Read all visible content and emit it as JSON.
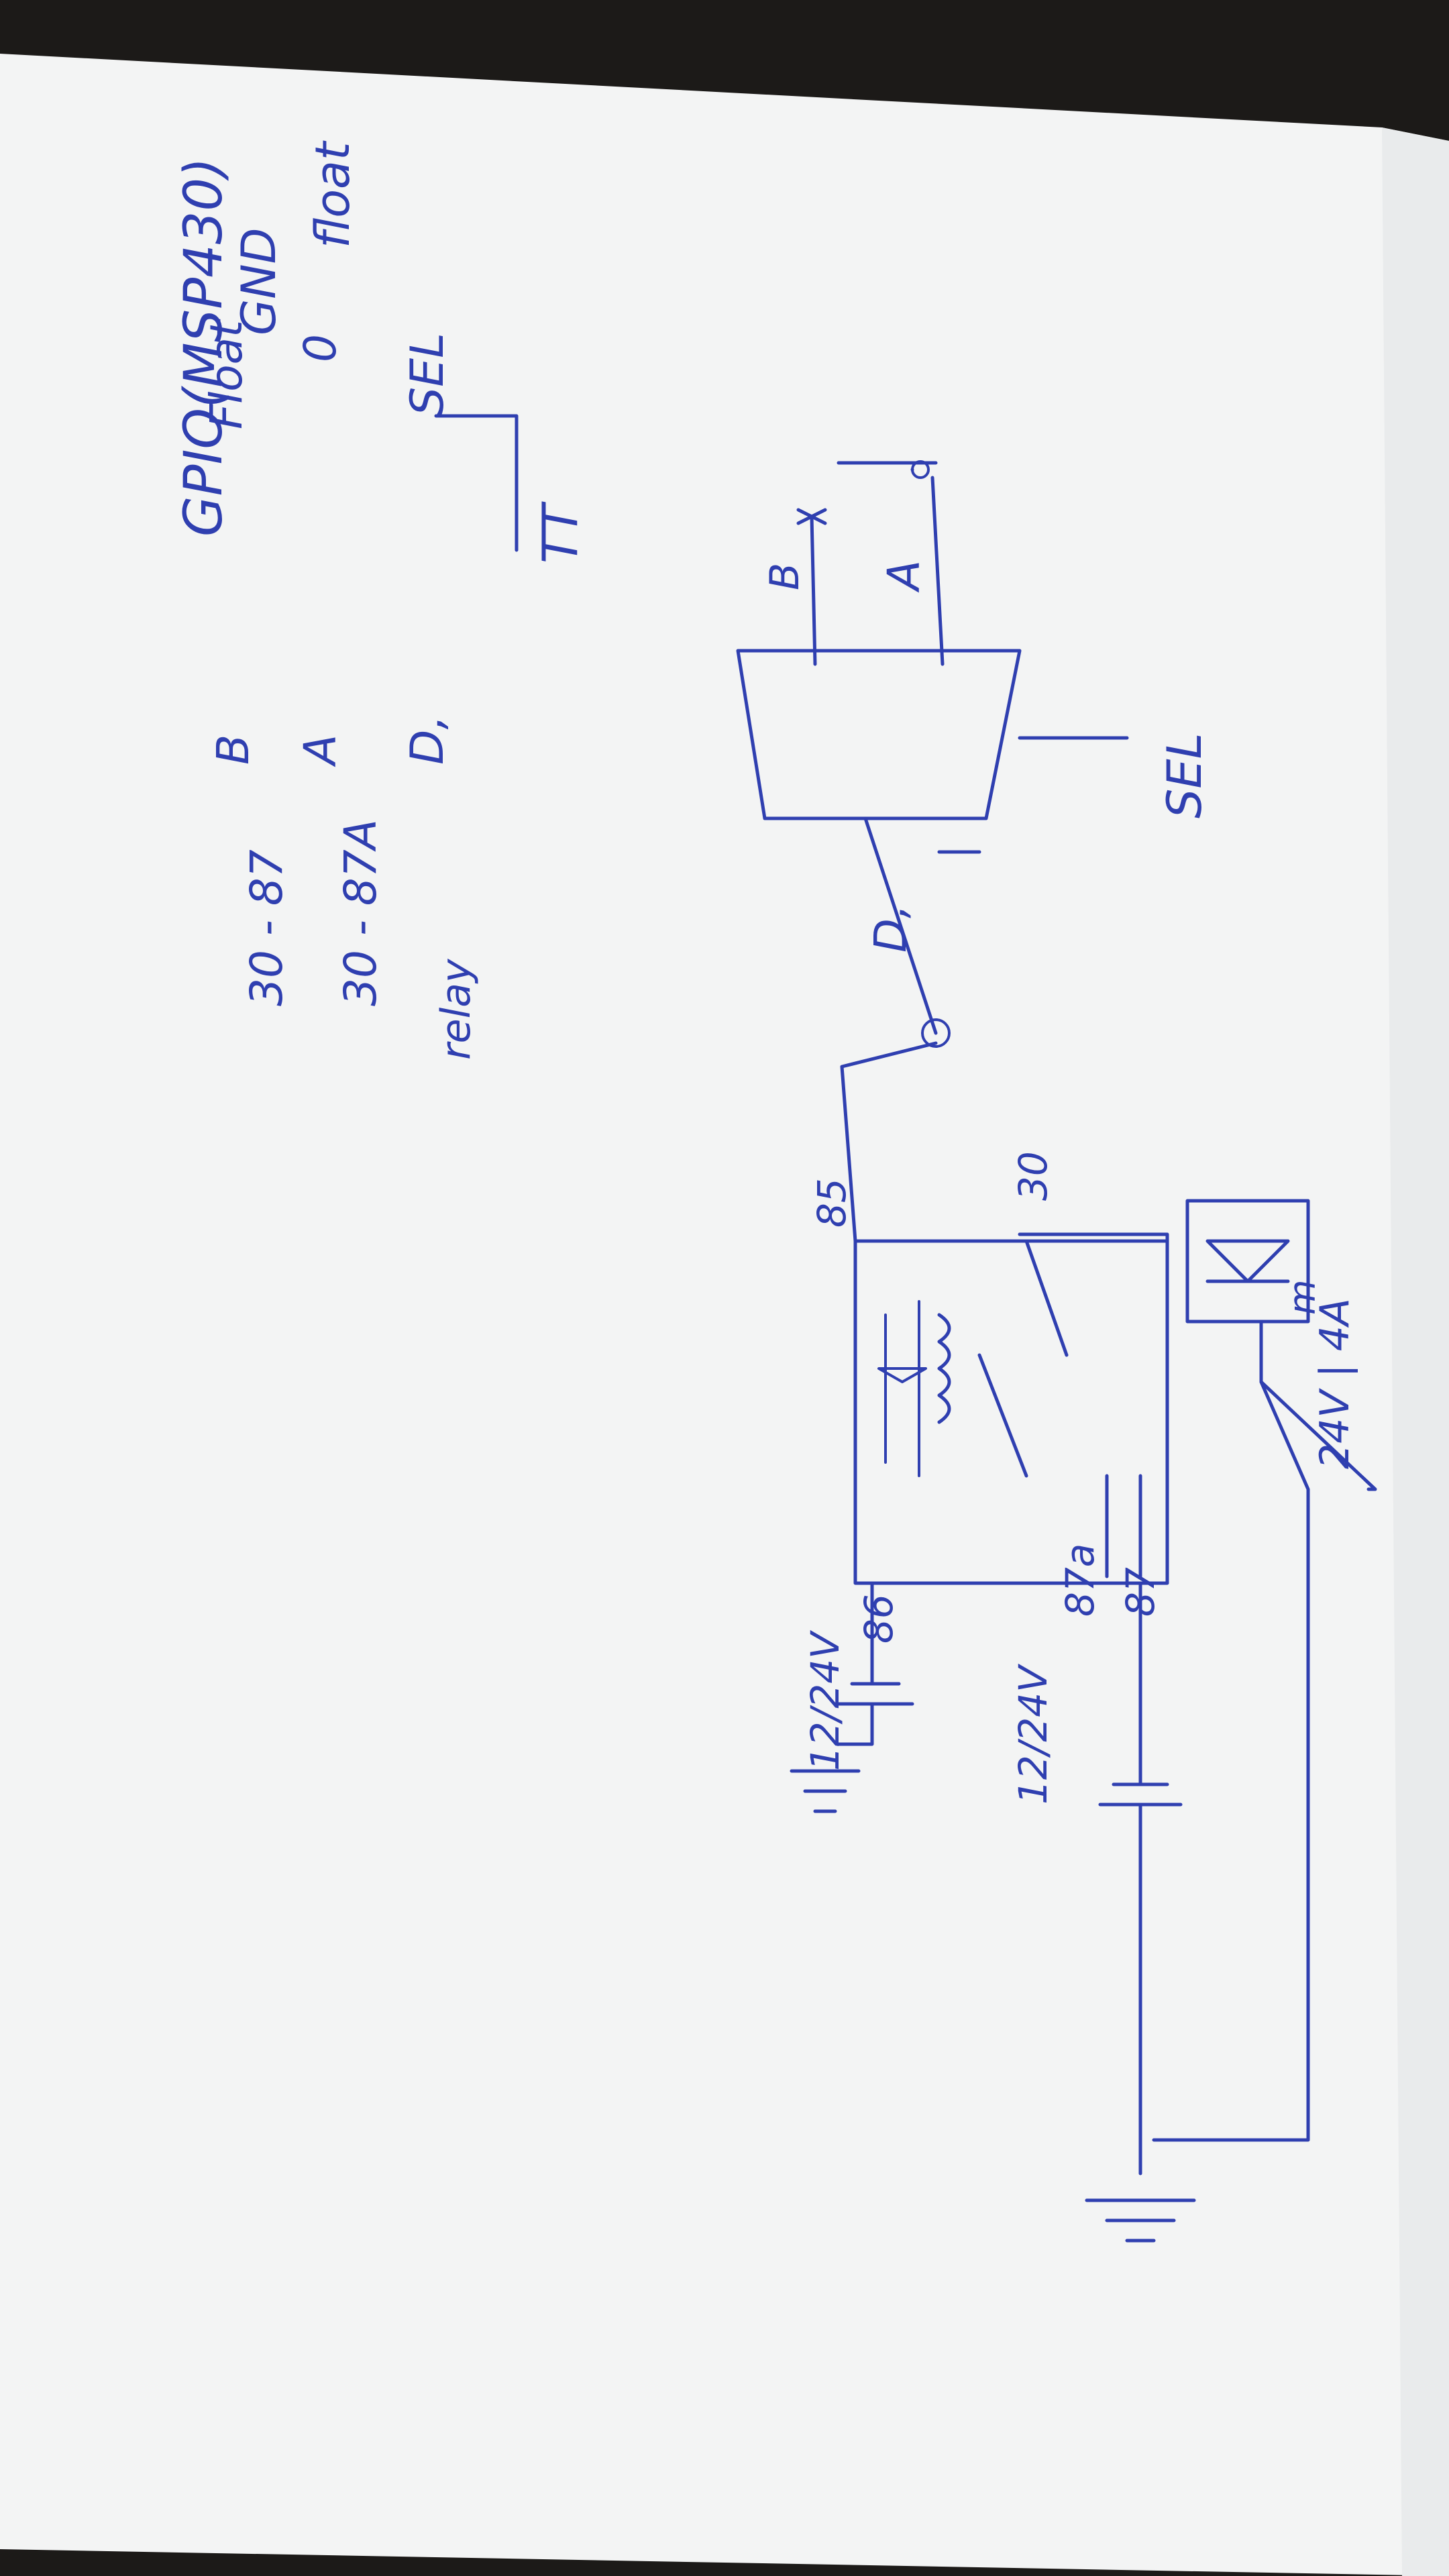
{
  "labels": {
    "gpio": "GPIO(MSP430)",
    "gnd": "GND",
    "float": "float",
    "sel": "SEL",
    "mux_in_a": "A",
    "mux_in_b": "B",
    "mux_out": "D,",
    "relay_pin_30": "30",
    "relay_pin_85": "85",
    "relay_pin_87": "87",
    "relay_pin_87a": "87a",
    "relay_pin_86": "86",
    "load_spec": "24V | 4A",
    "load_mark": "m",
    "supply_top": "12/24V",
    "supply_bottom": "12/24V",
    "truth_table_title": "TT",
    "relay_header": "relay"
  },
  "truth_table": {
    "headers": [
      "SEL",
      "D,"
    ],
    "rows": [
      {
        "sel": "0",
        "d": "A",
        "relay": "30 - 87A"
      },
      {
        "sel": "Float",
        "d": "B",
        "relay": "30 - 87"
      }
    ]
  },
  "colors": {
    "ink": "#2f3fb0",
    "paper": "#f3f4f4",
    "background": "#1c1a18"
  }
}
